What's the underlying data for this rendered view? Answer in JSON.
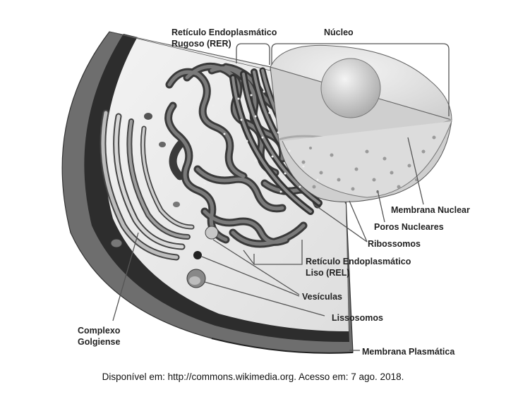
{
  "labels": {
    "rer_line1": "Retículo Endoplasmático",
    "rer_line2": "Rugoso (RER)",
    "nucleo": "Núcleo",
    "membrana_nuclear": "Membrana Nuclear",
    "poros_nucleares": "Poros Nucleares",
    "ribossomos": "Ribossomos",
    "rel_line1": "Retículo Endoplasmático",
    "rel_line2": "Liso (REL)",
    "vesiculas": "Vesículas",
    "lissosomos": "Lissosomos",
    "complexo_line1": "Complexo",
    "complexo_line2": "Golgiense",
    "membrana_plasmatica": "Membrana Plasmática"
  },
  "caption": "Disponível em: http://commons.wikimedia.org. Acesso em: 7 ago. 2018."
}
